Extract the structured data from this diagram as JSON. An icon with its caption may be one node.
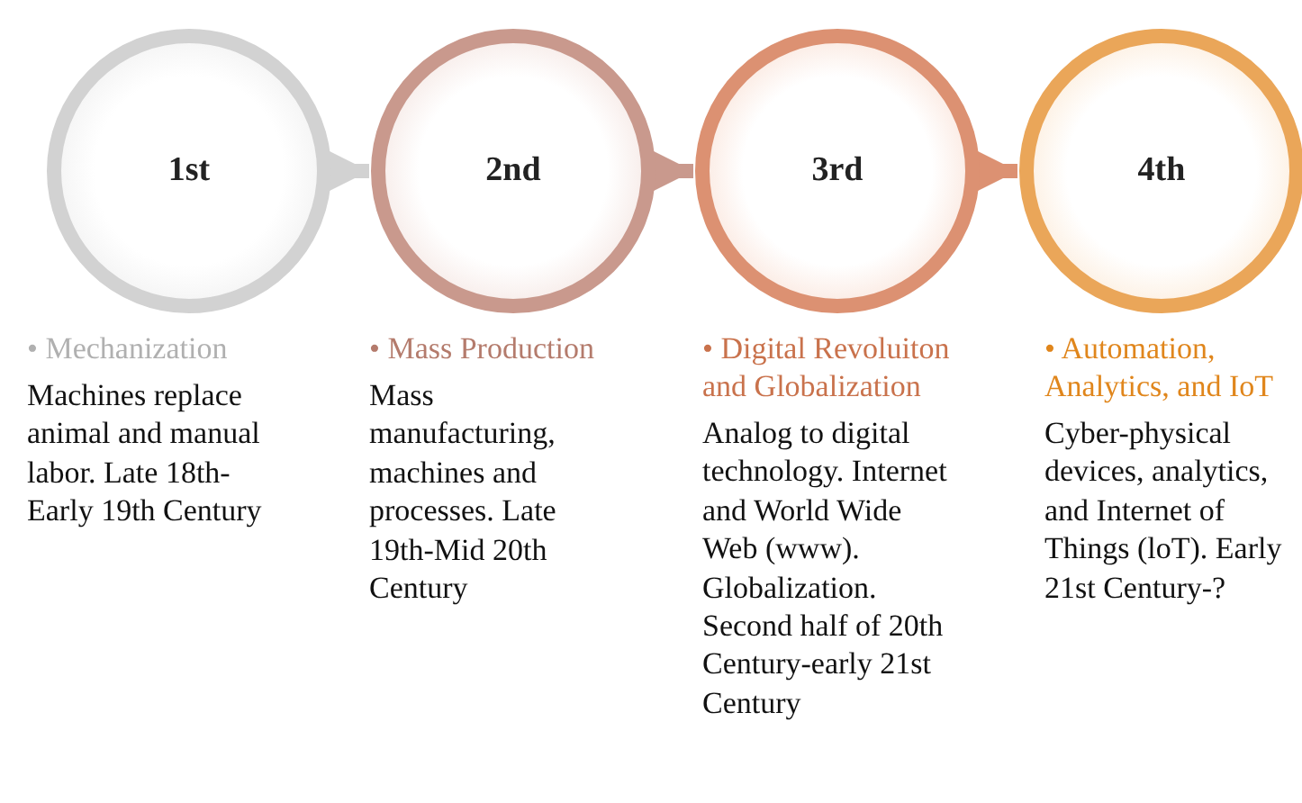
{
  "diagram": {
    "nodes": [
      {
        "text": [
          "1st"
        ],
        "beside": [
          "• Mechanization",
          "Machines replace animal and manual labor. Late 18th-Early 19th Century"
        ]
      },
      {
        "text": [
          "2nd"
        ],
        "beside": [
          "• Mass Production",
          "Mass manufacturing, machines and processes. Late 19th-Mid 20th Century"
        ]
      },
      {
        "text": [
          "3rd"
        ],
        "beside": [
          "• Digital Revoluiton and Globalization",
          "Analog to digital technology. Internet and World Wide Web (www). Globalization. Second half of 20th Century-early 21st Century"
        ]
      },
      {
        "text": [
          "4th"
        ],
        "beside": [
          "• Automation, Analytics, and IoT",
          "Cyber-physical devices, analytics, and Internet of Things (loT). Early 21st Century-?"
        ]
      }
    ],
    "edges": [
      {
        "from": 0,
        "to": 1,
        "arrow": "to",
        "color": "#d2d2d2"
      },
      {
        "from": 1,
        "to": 2,
        "arrow": "to",
        "color": "#c9998d"
      },
      {
        "from": 2,
        "to": 3,
        "arrow": "to",
        "color": "#dc9172"
      }
    ]
  }
}
